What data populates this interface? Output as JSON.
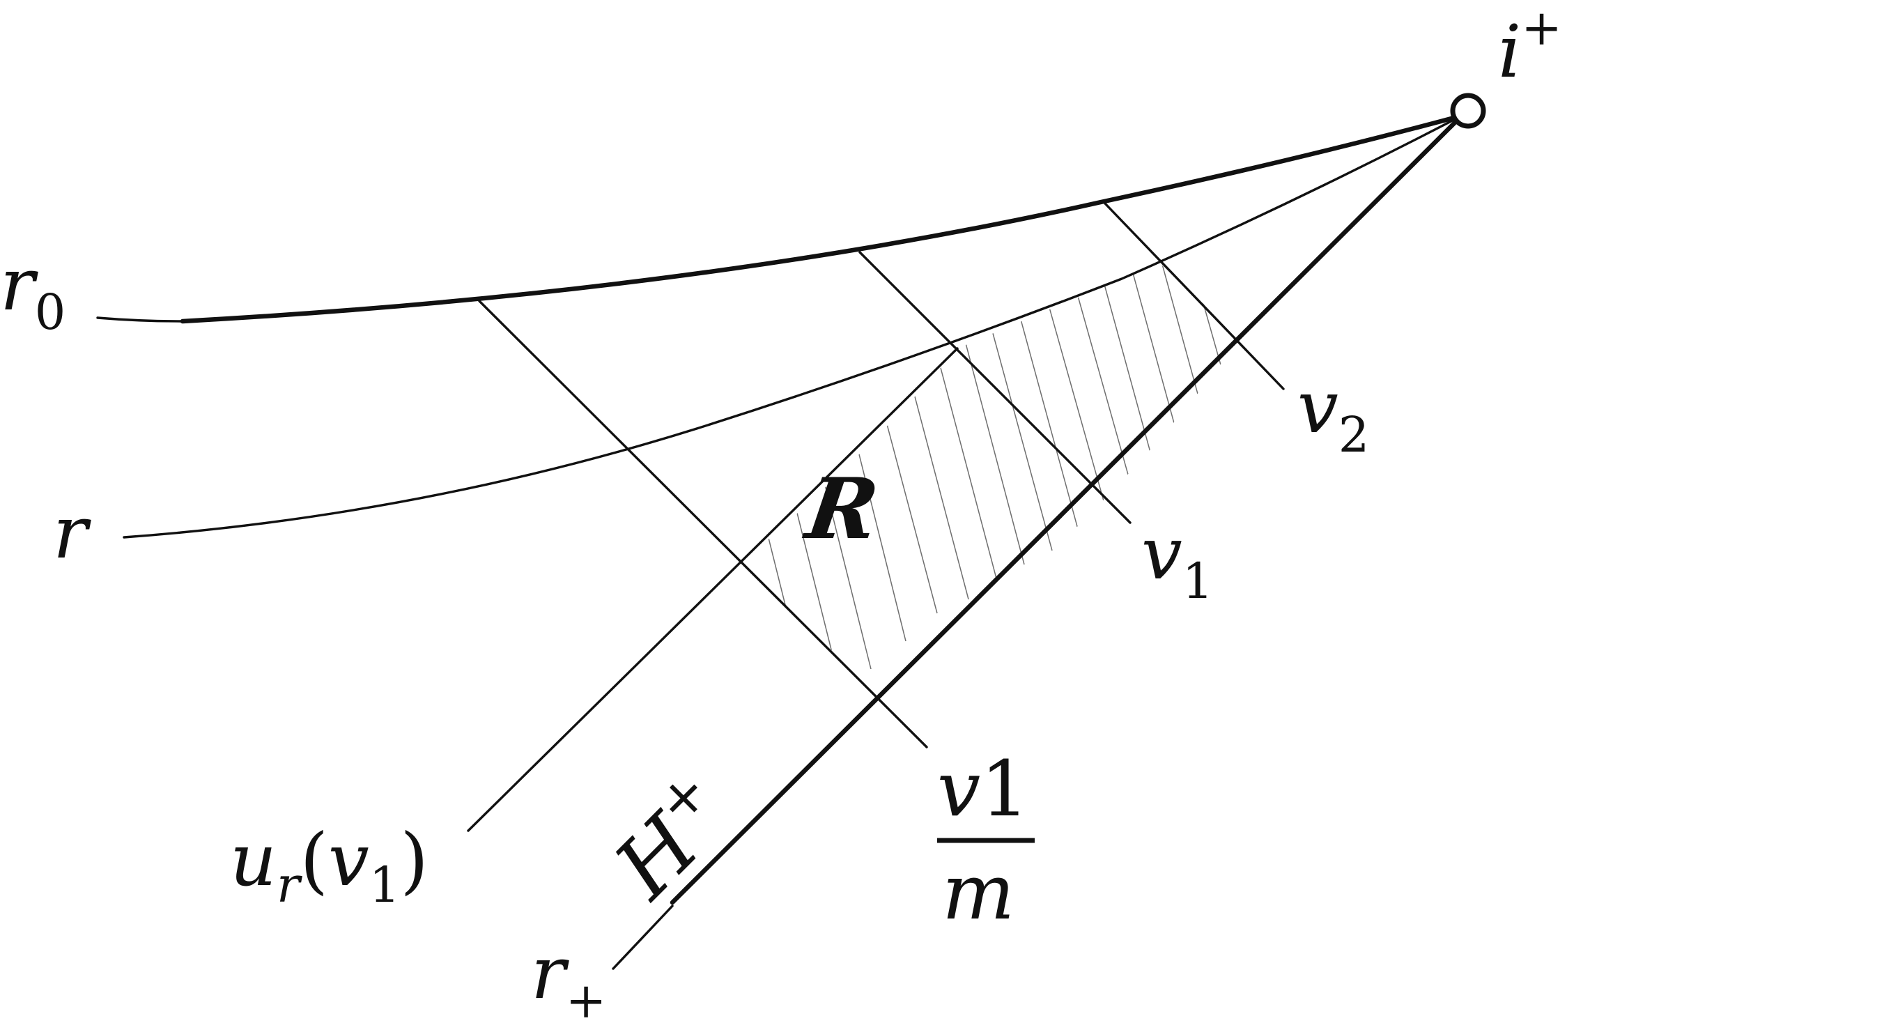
{
  "labels": {
    "r0": {
      "base": "r",
      "sub": "0"
    },
    "r": {
      "base": "r"
    },
    "i_plus": {
      "base": "i",
      "sup": "+"
    },
    "v2": {
      "base": "v",
      "sub": "2"
    },
    "v1": {
      "base": "v",
      "sub": "1"
    },
    "region": "R",
    "ur_v1": {
      "base": "u",
      "sub": "r",
      "open": "(",
      "arg_base": "v",
      "arg_sub": "1",
      "close": ")"
    },
    "horizon": {
      "base": "H",
      "sup": "+"
    },
    "fraction": {
      "num_base": "v",
      "num_sub": "1",
      "den": "m"
    },
    "r_plus": {
      "base": "r",
      "sub": "+"
    }
  },
  "colors": {
    "ink": "#111111",
    "hatch": "#6f6f6f",
    "background": "#ffffff"
  }
}
